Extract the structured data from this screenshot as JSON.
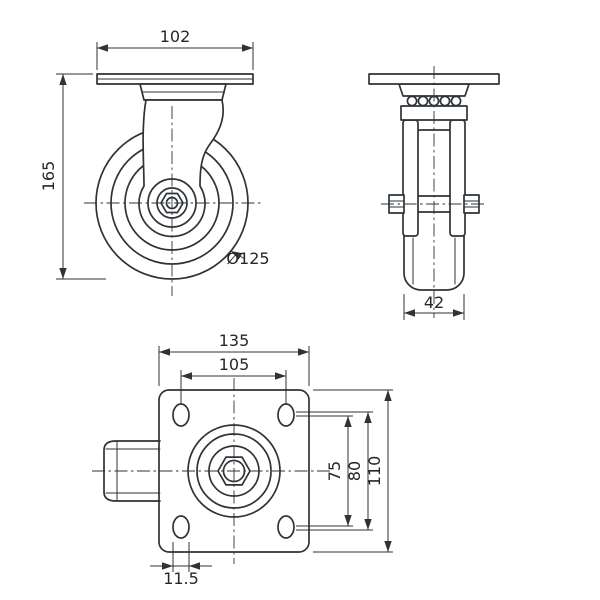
{
  "meta": {
    "background_color": "#ffffff",
    "line_color": "#2e3338",
    "drawing_type": "swivel-caster-technical-drawing"
  },
  "views": {
    "side": {
      "dims": {
        "plate_width": "102",
        "overall_height": "165",
        "wheel_diameter": "Ø125"
      }
    },
    "front": {
      "dims": {
        "wheel_width": "42"
      }
    },
    "plan": {
      "dims": {
        "plate_length": "135",
        "hole_spacing_length": "105",
        "hole_spacing_width_min": "75",
        "hole_spacing_width_max": "80",
        "plate_width": "110",
        "slot_width": "11.5"
      }
    }
  }
}
